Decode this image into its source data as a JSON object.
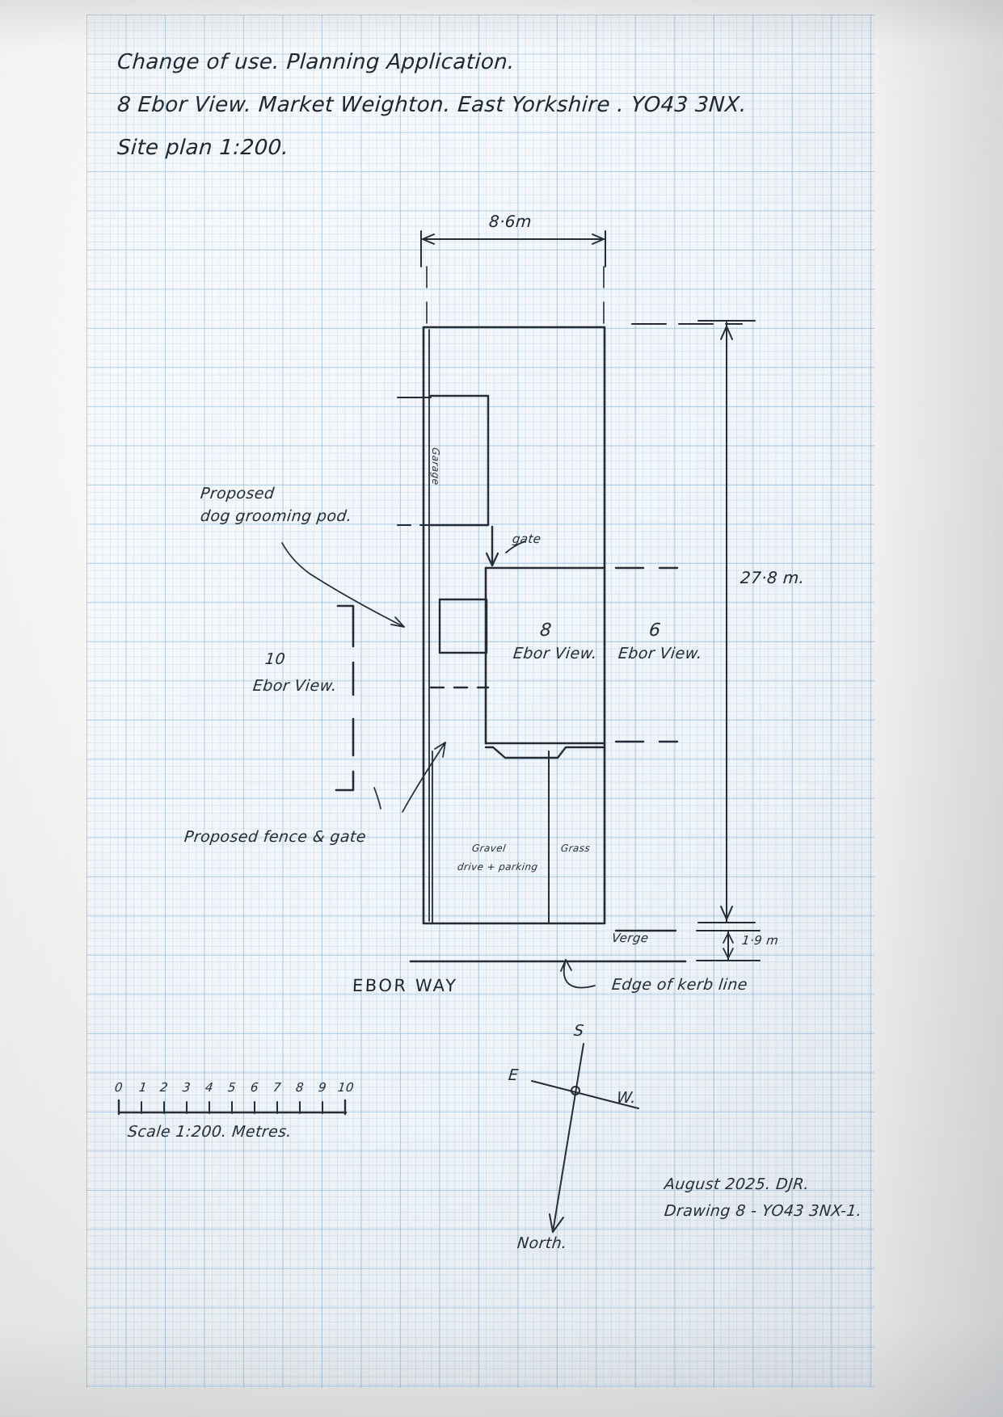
{
  "document": {
    "type": "hand-drawn architectural site plan on graph paper",
    "title_lines": [
      "Change of use. Planning Application.",
      "8 Ebor View. Market Weighton. East Yorkshire . YO43 3NX.",
      "Site plan  1:200."
    ],
    "title_line_1": "Change of use. Planning Application.",
    "title_line_2": "8 Ebor View. Market Weighton. East Yorkshire . YO43 3NX.",
    "title_line_3": "Site plan  1:200."
  },
  "dimensions": {
    "width_top": "8·6m",
    "depth_right": "27·8 m.",
    "verge_width": "1·9 m"
  },
  "plan_labels": {
    "garage": "Garage",
    "gate": "gate",
    "proposed_pod_line1": "Proposed",
    "proposed_pod_line2": "dog grooming pod.",
    "proposed_fence": "Proposed fence & gate",
    "plot_10_number": "10",
    "plot_10_street": "Ebor View.",
    "plot_8_number": "8",
    "plot_8_street": "Ebor View.",
    "plot_6_number": "6",
    "plot_6_street": "Ebor View.",
    "gravel_line1": "Gravel",
    "gravel_line2": "drive + parking",
    "grass": "Grass",
    "verge": "Verge",
    "kerb": "Edge of kerb line",
    "road": "EBOR WAY"
  },
  "scale_bar": {
    "ticks": [
      "0",
      "1",
      "2",
      "3",
      "4",
      "5",
      "6",
      "7",
      "8",
      "9",
      "10"
    ],
    "caption": "Scale 1:200.  Metres."
  },
  "compass": {
    "top": "S",
    "left": "E",
    "right": "W.",
    "bottom": "North."
  },
  "signature": {
    "date_author": "August 2025.  DJR.",
    "drawing_ref": "Drawing  8 - YO43 3NX-1."
  },
  "colors": {
    "ink": "#252c36",
    "grid_major": "#78a5cd",
    "grid_minor": "#96bedc",
    "paper": "#f4f8fc"
  }
}
